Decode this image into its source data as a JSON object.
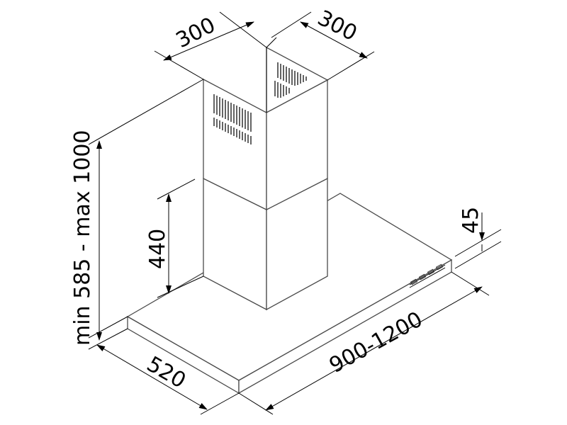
{
  "dimensions": {
    "chimney_width_left": "300",
    "chimney_width_right": "300",
    "height_range": "min 585 - max 1000",
    "upper_chimney_height": "440",
    "hood_thickness": "45",
    "hood_depth": "520",
    "hood_width": "900-1200"
  },
  "colors": {
    "line": "#000000",
    "body_outline": "#4a4a4a",
    "background": "#ffffff"
  }
}
